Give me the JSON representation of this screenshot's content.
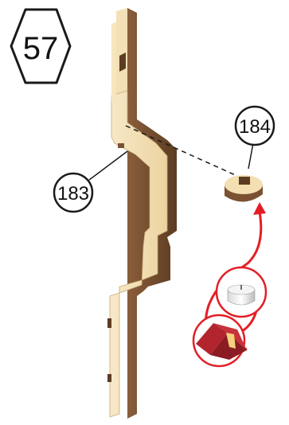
{
  "step": {
    "number": "57"
  },
  "parts": [
    {
      "id": "part-183",
      "label": "183"
    },
    {
      "id": "part-184",
      "label": "184"
    }
  ],
  "icons": [
    "hexagon-step-badge-icon",
    "tealight-candle-icon",
    "sandpaper-block-icon",
    "red-arrow-icon"
  ],
  "colors": {
    "plywood_face": "#f1dcae",
    "plywood_light": "#f6e7c3",
    "plywood_edge": "#7a5233",
    "plywood_edge_dark": "#5c3c22",
    "arrow_red": "#e31e24",
    "outline": "#1a1a1a"
  }
}
